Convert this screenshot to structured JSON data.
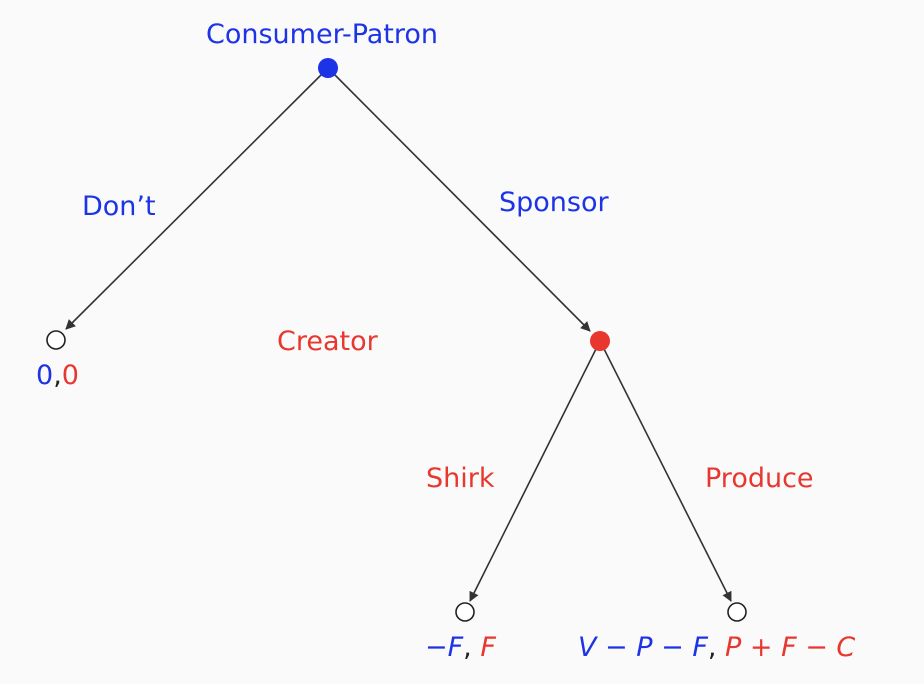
{
  "colors": {
    "consumer": "#1c33e6",
    "creator": "#e8372e",
    "edge": "#333333",
    "terminal_fill": "#ffffff",
    "terminal_stroke": "#222222",
    "background": "#fafafa"
  },
  "players": {
    "consumer": "Consumer-Patron",
    "creator": "Creator"
  },
  "actions": {
    "dont": "Don’t",
    "sponsor": "Sponsor",
    "shirk": "Shirk",
    "produce": "Produce"
  },
  "payoffs": {
    "dont": {
      "consumer": "0",
      "sep": ",",
      "creator": "0"
    },
    "shirk": {
      "consumer": "−F",
      "sep": ",",
      "creator": "F"
    },
    "produce": {
      "consumer": "V − P − F",
      "sep": ",",
      "creator": "P + F − C"
    }
  }
}
